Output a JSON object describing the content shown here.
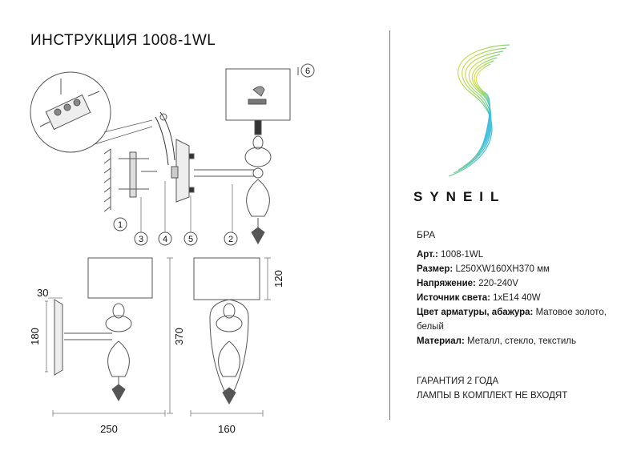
{
  "title": "ИНСТРУКЦИЯ 1008-1WL",
  "brand": "SYNEIL",
  "product_type": "БРА",
  "specs": [
    {
      "label": "Арт.:",
      "value": "1008-1WL"
    },
    {
      "label": "Размер:",
      "value": "L250XW160XH370 мм"
    },
    {
      "label": "Напряжение:",
      "value": "220-240V"
    },
    {
      "label": "Источник света:",
      "value": "1хE14 40W"
    },
    {
      "label": "Цвет арматуры, абажура:",
      "value": "Матовое золото, белый"
    },
    {
      "label": "Материал:",
      "value": "Металл, стекло, текстиль"
    }
  ],
  "notes": [
    "ГАРАНТИЯ 2 ГОДА",
    "ЛАМПЫ В КОМПЛЕКТ НЕ ВХОДЯТ"
  ],
  "callouts": [
    "1",
    "2",
    "3",
    "4",
    "5",
    "6"
  ],
  "dimensions": {
    "depth_plate": "30",
    "plate_height": "180",
    "length": "250",
    "total_height": "370",
    "width": "160",
    "shade_height": "120"
  },
  "colors": {
    "line": "#555555",
    "logo_gradient": [
      "#f0e040",
      "#9ad860",
      "#40c0e0",
      "#2080e0"
    ]
  }
}
